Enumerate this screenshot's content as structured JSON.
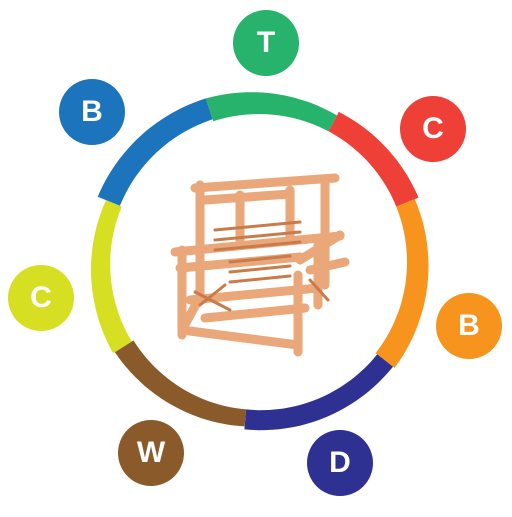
{
  "segments": [
    {
      "id": "t",
      "label": "T",
      "color": "#27b36c"
    },
    {
      "id": "c1",
      "label": "C",
      "color": "#ee4036"
    },
    {
      "id": "b1",
      "label": "B",
      "color": "#f7941e"
    },
    {
      "id": "d",
      "label": "D",
      "color": "#2e3192"
    },
    {
      "id": "w",
      "label": "W",
      "color": "#8b5a2b"
    },
    {
      "id": "c2",
      "label": "C",
      "color": "#d7df23"
    },
    {
      "id": "b2",
      "label": "B",
      "color": "#1c75bc"
    }
  ],
  "loom": {
    "icon": "loom-icon",
    "color": "#e9a77a",
    "shade": "#c97b4a"
  }
}
